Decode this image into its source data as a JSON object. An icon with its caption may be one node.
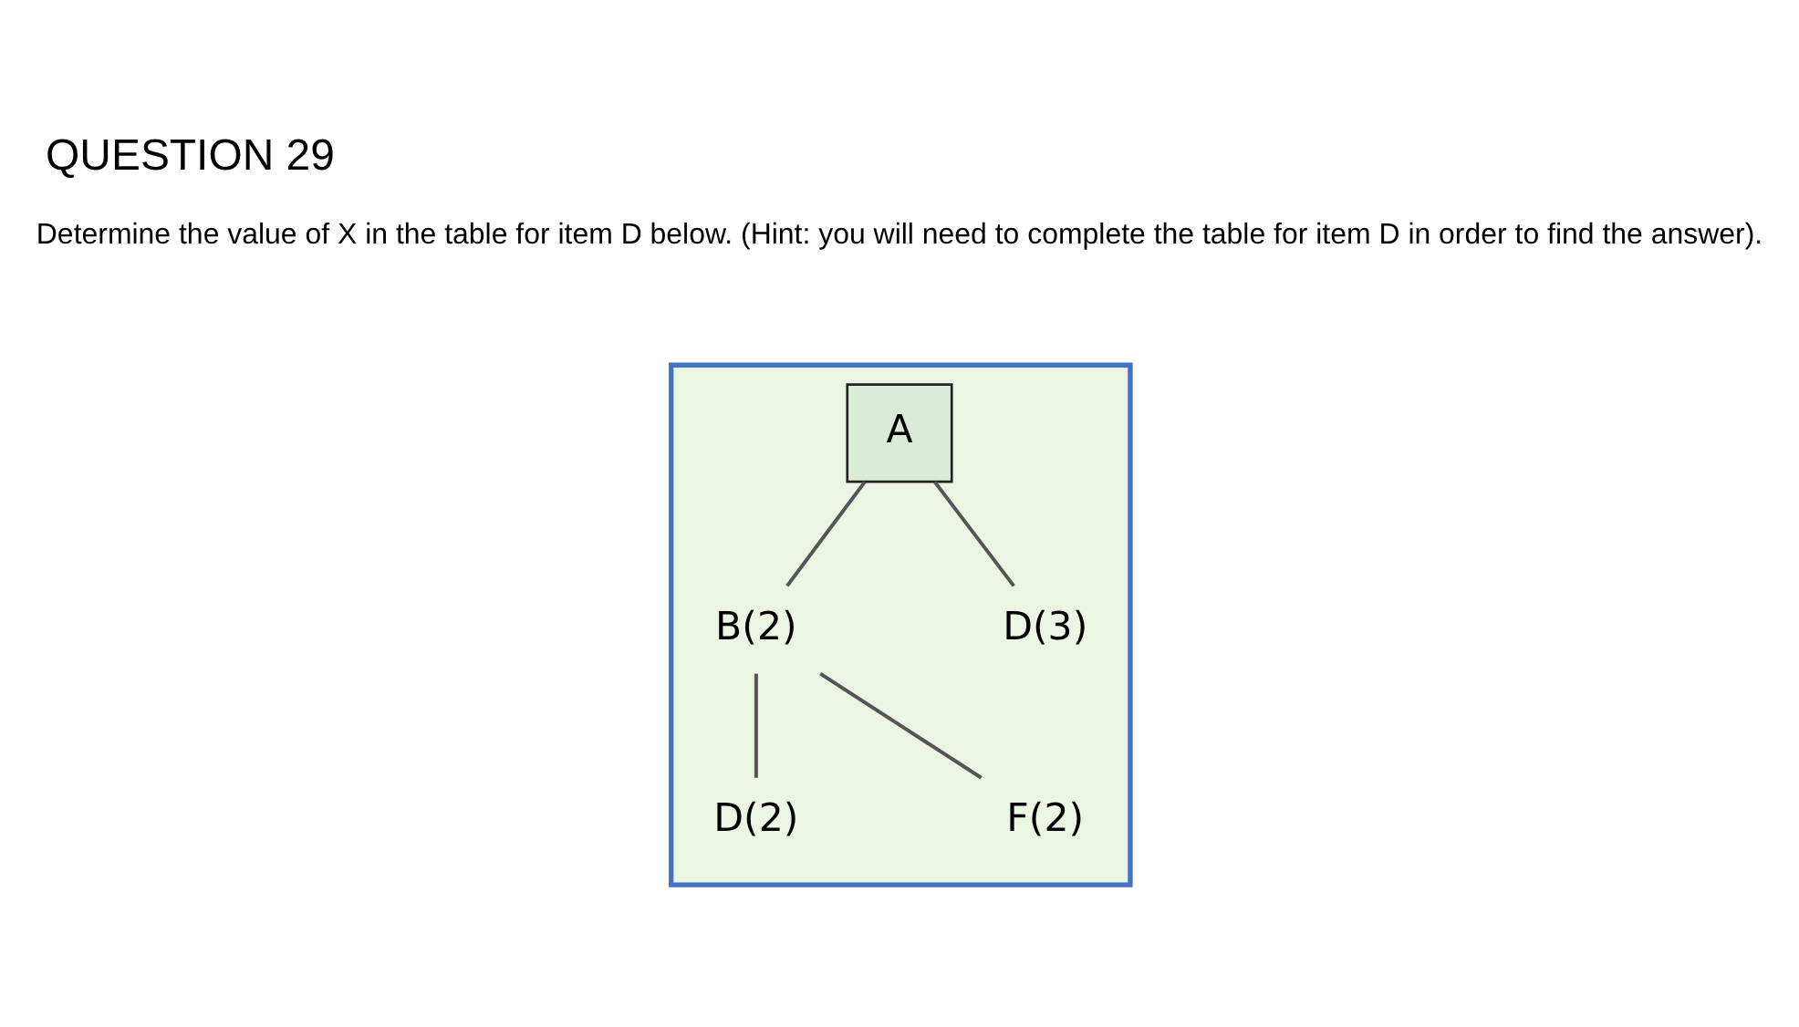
{
  "diagram": {
    "title": "QUESTION 29",
    "nodes": [
      {
        "text": [],
        "shape": "box"
      },
      {
        "text": [
          "A"
        ],
        "in": 0
      },
      {
        "text": [
          "B(2)"
        ],
        "in": 0
      },
      {
        "text": [
          "D(3)"
        ],
        "in": 0
      },
      {
        "text": [
          "D(2)"
        ],
        "in": 0
      },
      {
        "text": [
          "F(2)"
        ],
        "in": 0
      }
    ],
    "edges": [
      {
        "from": 1,
        "to": 2,
        "arrow": "none"
      },
      {
        "from": 1,
        "to": 3,
        "arrow": "none"
      },
      {
        "from": 2,
        "to": 4,
        "arrow": "none"
      },
      {
        "from": 2,
        "to": 5,
        "arrow": "none"
      }
    ],
    "labels": [
      "Determine the value of X in the table for item D below. (Hint: you will need to complete the table for item D in order to find the answer)."
    ]
  }
}
